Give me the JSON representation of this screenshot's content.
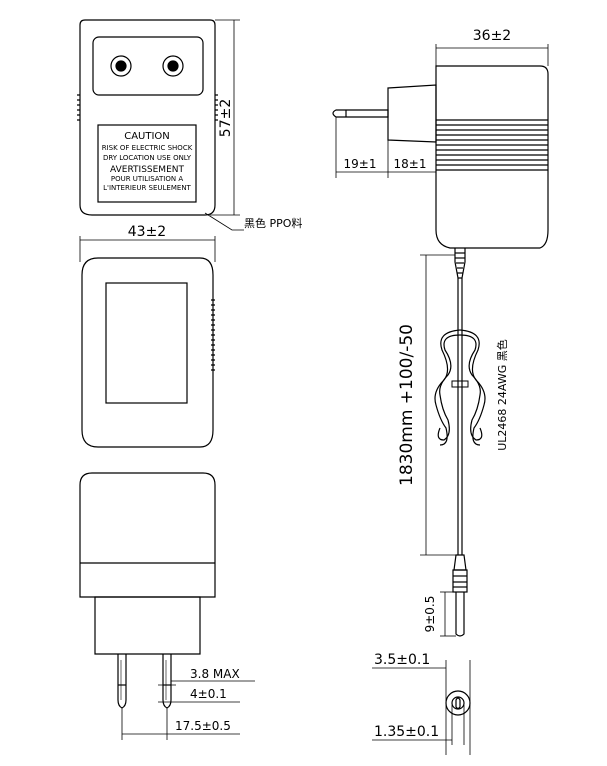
{
  "dimensions": {
    "width": "36±2",
    "height": "57±2",
    "depth": "43±2",
    "pin_length": "19±1",
    "base_length": "18±1",
    "cable_length": "1830mm +100/-50",
    "plug_length": "9±0.5",
    "pin_tip": "3.8 MAX",
    "pin_diameter": "4±0.1",
    "pin_spacing": "17.5±0.5",
    "dc_outer": "3.5±0.1",
    "dc_inner": "1.35±0.1"
  },
  "labels": {
    "material": "黑色 PPO料",
    "cable_spec": "UL2468 24AWG 黑色"
  },
  "caution_label": {
    "title": "CAUTION",
    "line1": "RISK OF ELECTRIC SHOCK",
    "line2": "DRY LOCATION USE ONLY",
    "title2": "AVERTISSEMENT",
    "line3": "POUR UTILISATION A",
    "line4": "L'INTERIEUR SEULEMENT"
  }
}
